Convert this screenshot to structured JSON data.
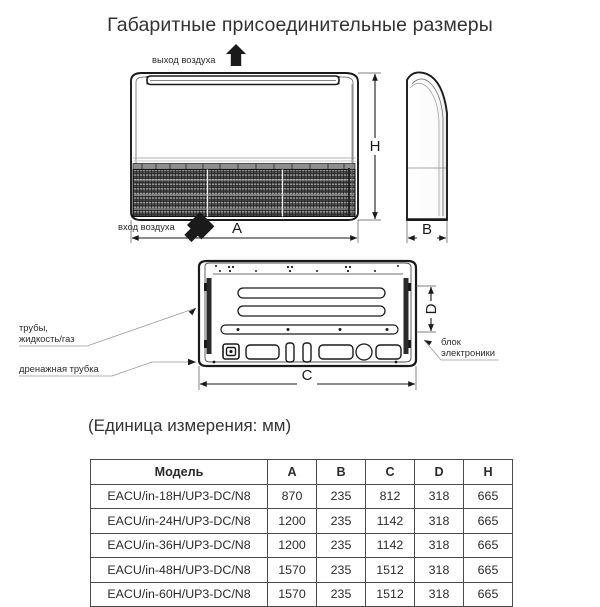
{
  "title": "Габаритные присоединительные размеры",
  "units_caption": "(Единица измерения: мм)",
  "annotations": {
    "air_outlet": "выход воздуха",
    "air_inlet": "вход воздуха",
    "pipes_line1": "трубы,",
    "pipes_line2": "жидкость/газ",
    "drain_pipe": "дренажная трубка",
    "electronics_line1": "блок",
    "electronics_line2": "электроники"
  },
  "dimension_labels": {
    "a": "A",
    "b": "B",
    "c": "C",
    "d": "D",
    "h": "H"
  },
  "table": {
    "headers": [
      "Модель",
      "A",
      "B",
      "C",
      "D",
      "H"
    ],
    "rows": [
      [
        "EACU/in-18H/UP3-DC/N8",
        "870",
        "235",
        "812",
        "318",
        "665"
      ],
      [
        "EACU/in-24H/UP3-DC/N8",
        "1200",
        "235",
        "1142",
        "318",
        "665"
      ],
      [
        "EACU/in-36H/UP3-DC/N8",
        "1200",
        "235",
        "1142",
        "318",
        "665"
      ],
      [
        "EACU/in-48H/UP3-DC/N8",
        "1570",
        "235",
        "1512",
        "318",
        "665"
      ],
      [
        "EACU/in-60H/UP3-DC/N8",
        "1570",
        "235",
        "1512",
        "318",
        "665"
      ]
    ]
  },
  "colors": {
    "ink": "#1a1a1a",
    "text": "#333333",
    "table_border": "#4a4a4a",
    "grille_dark": "#2e2e2e",
    "background": "#ffffff"
  }
}
